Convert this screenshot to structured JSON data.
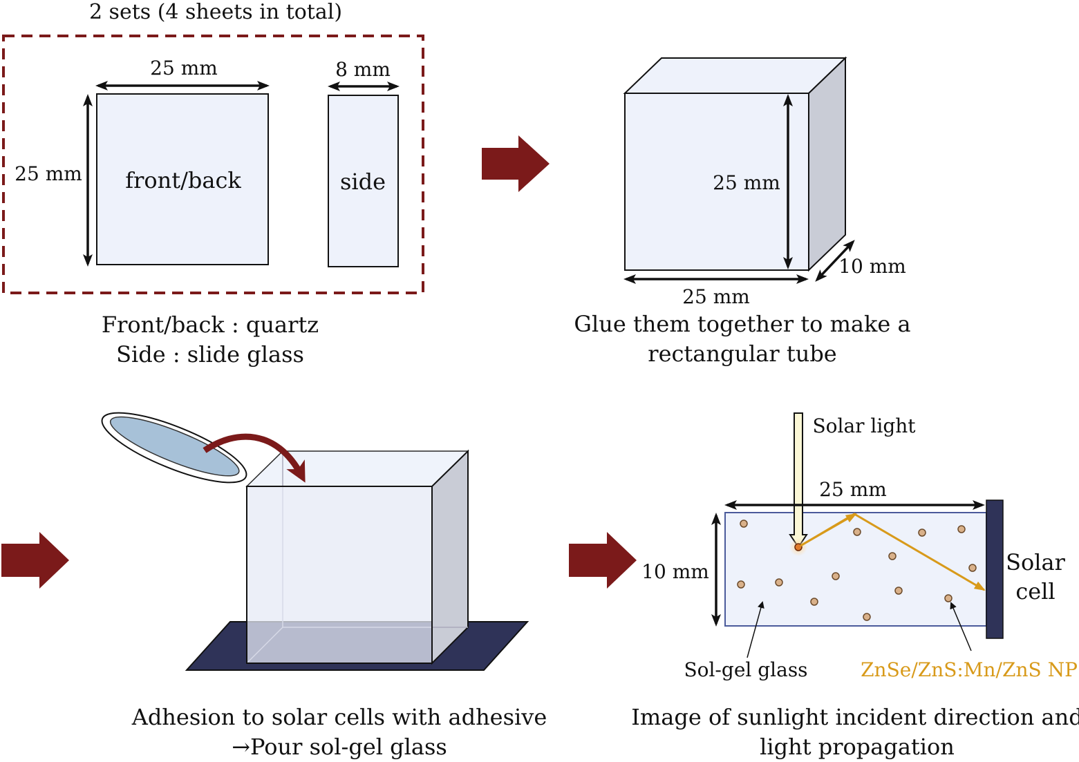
{
  "colors": {
    "arrow_red": "#7b1a1a",
    "glass_fill": "#eef2fb",
    "glass_side": "#c9ccd6",
    "solar_cell": "#2f3358",
    "np_orange": "#d89a1a",
    "dot_fill": "#d9b18a",
    "light_beam": "#fbf7d6"
  },
  "panel1": {
    "set_label": "2 sets (4 sheets in total)",
    "front_width": "25 mm",
    "front_height": "25 mm",
    "front_label": "front/back",
    "side_width": "8 mm",
    "side_label": "side",
    "caption_line1": "Front/back : quartz",
    "caption_line2": "Side : slide glass"
  },
  "panel2": {
    "height_label": "25 mm",
    "depth_label": "10 mm",
    "width_label": "25 mm",
    "caption_line1": "Glue them together to make a",
    "caption_line2": "rectangular tube"
  },
  "panel3": {
    "caption_line1": "Adhesion to solar cells with adhesive",
    "caption_line2": "→Pour sol-gel glass"
  },
  "panel4": {
    "light_label": "Solar light",
    "width_label": "25 mm",
    "height_label": "10 mm",
    "cell_label_line1": "Solar",
    "cell_label_line2": "cell",
    "glass_label": "Sol-gel glass",
    "np_label": "ZnSe/ZnS:Mn/ZnS  NP",
    "caption_line1": "Image of sunlight incident direction and",
    "caption_line2": "light propagation"
  }
}
